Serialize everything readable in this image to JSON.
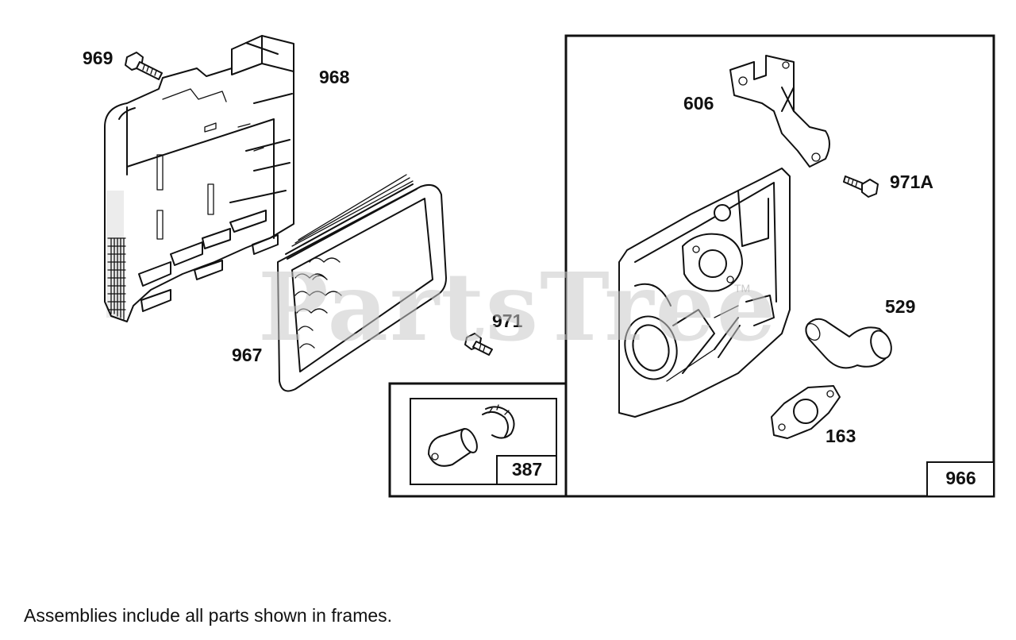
{
  "watermark": {
    "text": "PartsTree",
    "trademark": "TM"
  },
  "callouts": {
    "p969": "969",
    "p968": "968",
    "p967": "967",
    "p971": "971",
    "p606": "606",
    "p971a": "971A",
    "p529": "529",
    "p163": "163"
  },
  "frames": {
    "small": {
      "label": "387"
    },
    "large": {
      "label": "966"
    }
  },
  "footnote": "Assemblies include all parts shown in frames."
}
